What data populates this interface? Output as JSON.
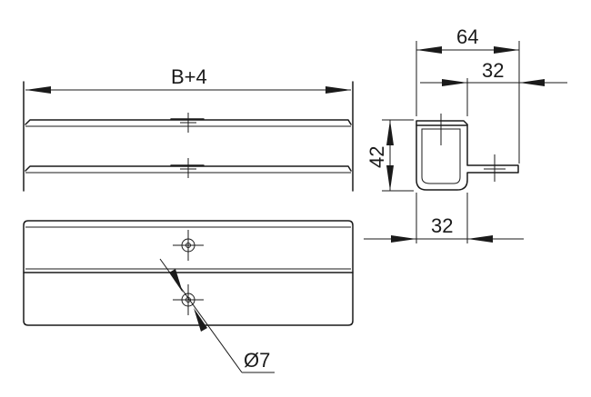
{
  "labels": {
    "overall_length": "B+4",
    "width_top": "64",
    "offset_top": "32",
    "height": "42",
    "offset_bottom": "32",
    "hole_diameter": "Ø7"
  }
}
